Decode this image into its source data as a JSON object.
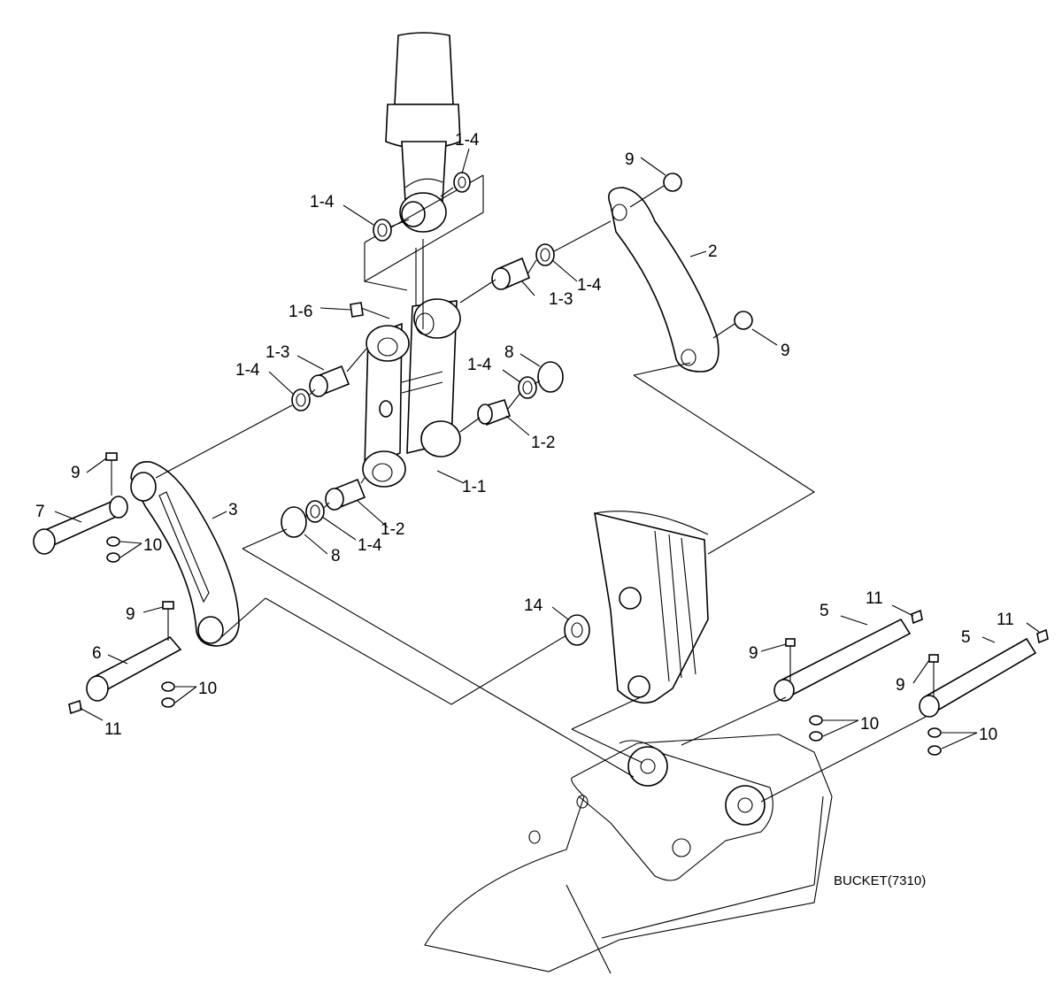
{
  "callouts": {
    "c14_top_left": "1-4",
    "c14_top_right": "1-4",
    "c16": "1-6",
    "c13_left": "1-3",
    "c14_left": "1-4",
    "c14_mid_right": "1-4",
    "c13_right": "1-3",
    "c14_right": "1-4",
    "c12_upper": "1-2",
    "c11": "1-1",
    "c12_lower": "1-2",
    "c14_lower": "1-4",
    "c8_upper": "8",
    "c8_lower": "8",
    "c2": "2",
    "c3": "3",
    "c9_top": "9",
    "c9_right": "9",
    "c9_left_upper": "9",
    "c9_left_lower": "9",
    "c9_mid": "9",
    "c9_far_right": "9",
    "c7": "7",
    "c6": "6",
    "c10_left_upper": "10",
    "c10_left_lower": "10",
    "c10_mid": "10",
    "c10_right": "10",
    "c11_left": "11",
    "c11_mid": "11",
    "c11_right": "11",
    "c5_mid": "5",
    "c5_right": "5",
    "c14_washer": "14"
  },
  "caption": "BUCKET(7310)"
}
